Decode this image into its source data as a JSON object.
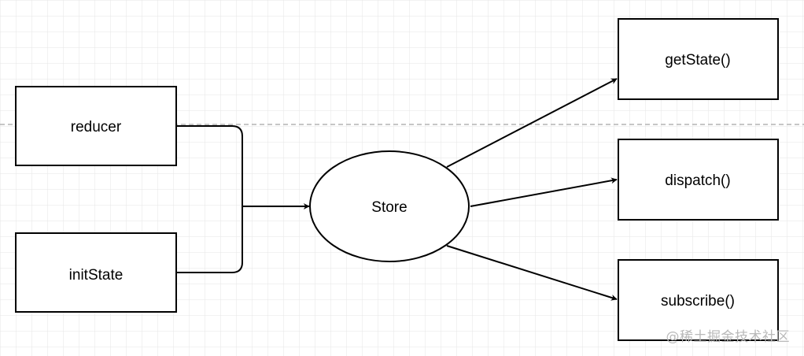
{
  "diagram": {
    "nodes": {
      "reducer": "reducer",
      "init_state": "initState",
      "store": "Store",
      "get_state": "getState()",
      "dispatch": "dispatch()",
      "subscribe": "subscribe()"
    },
    "watermark": "@稀土掘金技术社区"
  },
  "colors": {
    "background": "#ffffff",
    "grid": "#e6e6e6",
    "page_break": "#b3b3b3",
    "stroke": "#000000",
    "watermark": "#b9b9b9"
  }
}
